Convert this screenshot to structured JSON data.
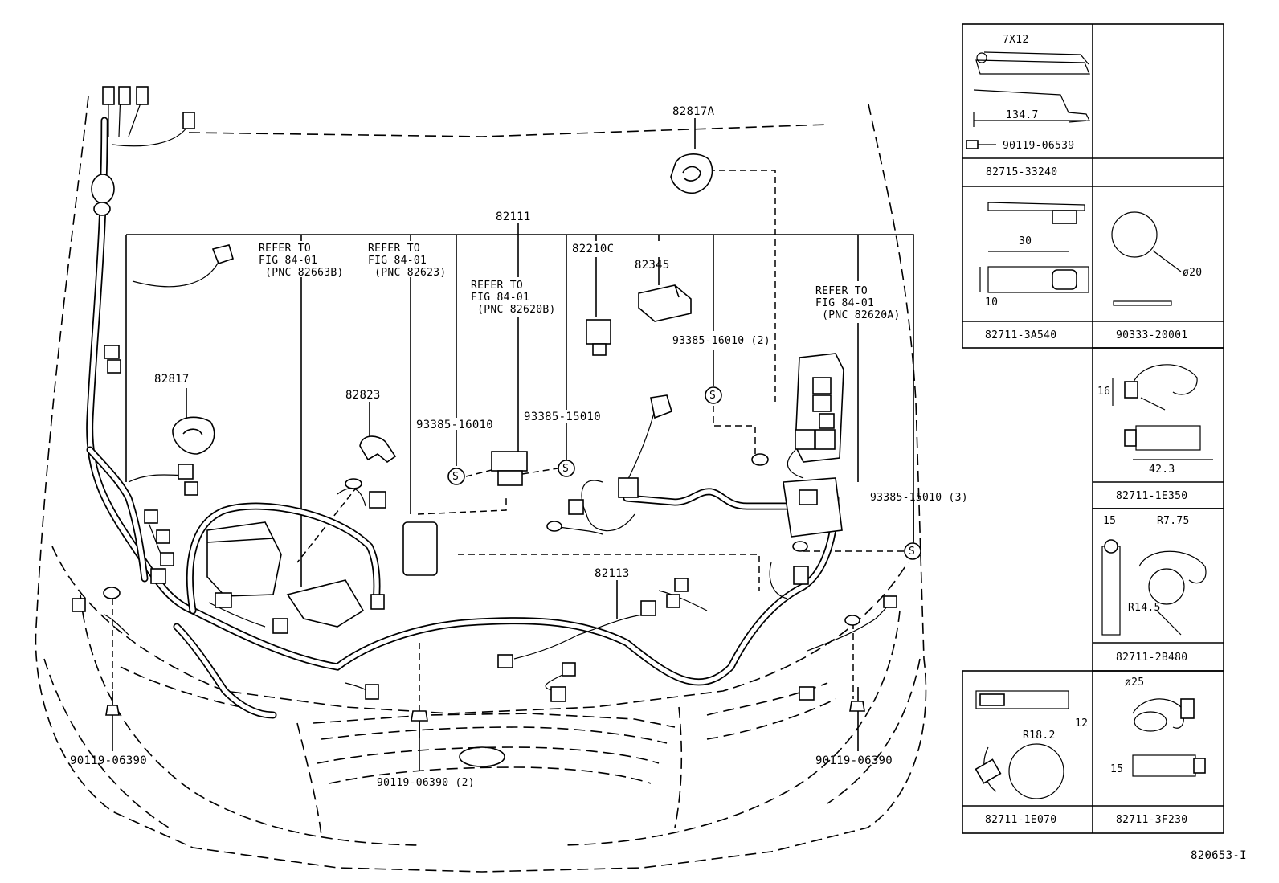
{
  "diagram_id": "820653-I",
  "main_parts": {
    "p82817A": "82817A",
    "p82111": "82111",
    "p82210C": "82210C",
    "p82345": "82345",
    "p82817": "82817",
    "p82823": "82823",
    "p82113": "82113",
    "s93385_16010": "93385-16010",
    "s93385_15010": "93385-15010",
    "s93385_16010_2": "93385-16010 (2)",
    "s93385_15010_3": "93385-15010 (3)",
    "b90119_left": "90119-06390",
    "b90119_center": "90119-06390 (2)",
    "b90119_right": "90119-06390"
  },
  "refer_notes": [
    {
      "line1": "REFER TO",
      "line2": "FIG 84-01",
      "line3": "(PNC 82663B)"
    },
    {
      "line1": "REFER TO",
      "line2": "FIG 84-01",
      "line3": "(PNC 82623)"
    },
    {
      "line1": "REFER TO",
      "line2": "FIG 84-01",
      "line3": "(PNC 82620B)"
    },
    {
      "line1": "REFER TO",
      "line2": "FIG 84-01",
      "line3": "(PNC 82620A)"
    }
  ],
  "screw_symbol": "S",
  "detail_panels": {
    "clip_82715": {
      "dim_slot": "7X12",
      "dim_len": "134.7",
      "screw": "90119-06539",
      "part": "82715-33240"
    },
    "clip_82711_3A540": {
      "dim_w": "30",
      "dim_h": "10",
      "part": "82711-3A540"
    },
    "plug_90333": {
      "dim": "ø20",
      "part": "90333-20001"
    },
    "clip_82711_1E350": {
      "dim_h": "16",
      "dim_w": "42.3",
      "part": "82711-1E350"
    },
    "clip_82711_2B480": {
      "dim_w": "15",
      "r1": "R7.75",
      "r2": "R14.5",
      "part": "82711-2B480"
    },
    "clip_82711_1E070": {
      "dim_h": "12",
      "r": "R18.2",
      "part": "82711-1E070"
    },
    "clip_82711_3F230": {
      "dim_d": "ø25",
      "dim_h": "15",
      "part": "82711-3F230"
    }
  }
}
